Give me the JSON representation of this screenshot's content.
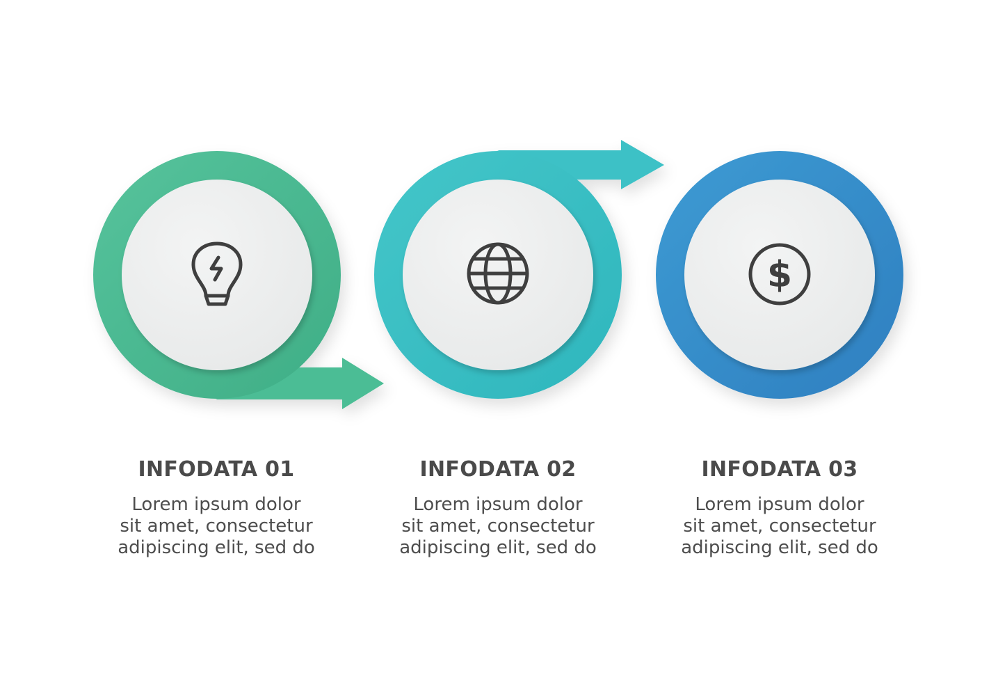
{
  "colors": {
    "step1": "#4dbd93",
    "step2": "#3cc0c6",
    "step3": "#3b8fce",
    "inner_disc": "#eef0f0",
    "icon_stroke": "#3f3f3f",
    "text_title": "#4a4a4a",
    "text_body": "#4d4d4d"
  },
  "steps": [
    {
      "title": "INFODATA 01",
      "icon": "lightbulb-icon",
      "body_lines": [
        "Lorem ipsum dolor",
        "sit amet, consectetur",
        "adipiscing elit, sed do"
      ]
    },
    {
      "title": "INFODATA 02",
      "icon": "globe-icon",
      "body_lines": [
        "Lorem ipsum dolor",
        "sit amet, consectetur",
        "adipiscing elit, sed do"
      ]
    },
    {
      "title": "INFODATA 03",
      "icon": "dollar-icon",
      "body_lines": [
        "Lorem ipsum dolor",
        "sit amet, consectetur",
        "adipiscing elit, sed do"
      ]
    }
  ]
}
